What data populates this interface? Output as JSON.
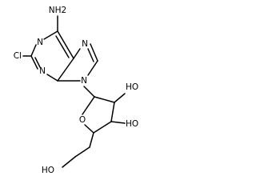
{
  "molecule": {
    "labels": {
      "nh2": "NH2",
      "cl": "Cl",
      "n1": "N",
      "n3": "N",
      "n7": "N",
      "n9": "N",
      "o_ring": "O",
      "oh_c2": "HO",
      "oh_c3": "HO",
      "oh_chain": "HO"
    },
    "colors": {
      "ink": "#000000",
      "background": "#ffffff"
    }
  }
}
